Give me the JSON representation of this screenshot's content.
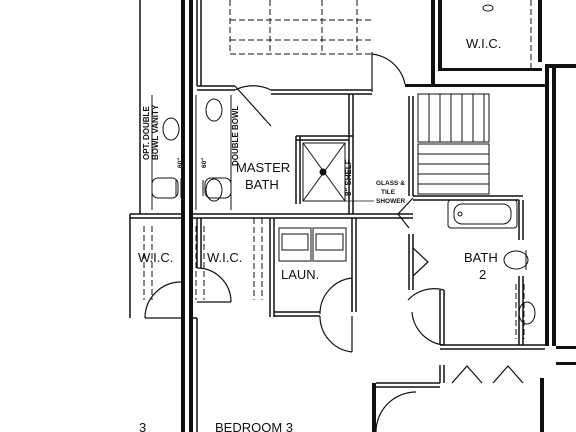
{
  "plan": {
    "rooms": {
      "wic_top": "W.I.C.",
      "master_bath_line1": "MASTER",
      "master_bath_line2": "BATH",
      "wic_left": "W.I.C.",
      "wic_mid": "W.I.C.",
      "laundry": "LAUN.",
      "bath2_line1": "BATH",
      "bath2_line2": "2",
      "bedroom3": "BEDROOM 3",
      "room_edge_label": "3"
    },
    "notes": {
      "glass_shower_line1": "GLASS &",
      "glass_shower_line2": "TILE",
      "glass_shower_line3": "SHOWER",
      "shelf": "8\" SHELF",
      "opt_vanity_line1": "OPT. DOUBLE",
      "opt_vanity_line2": "BOWL VANITY",
      "double_bowl": "DOUBLE BOWL",
      "dim_a": "60\"",
      "dim_b": "60\""
    },
    "colors": {
      "line": "#111111",
      "background": "#ffffff"
    }
  }
}
